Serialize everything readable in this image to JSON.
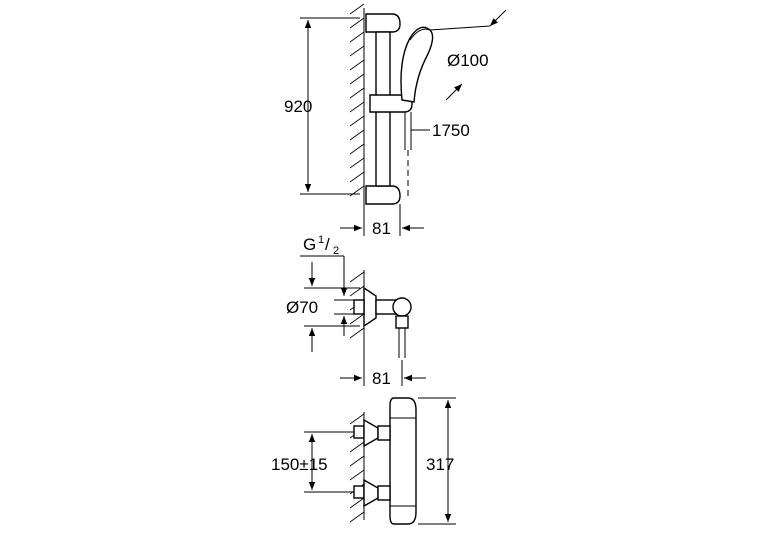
{
  "drawing": {
    "shower_rail": {
      "rail_height": "920",
      "handset_diameter": "Ø100",
      "hose_length": "1750",
      "wall_projection": "81"
    },
    "connection": {
      "thread_main": "G",
      "thread_numerator": "1",
      "thread_slash": "/",
      "thread_denominator": "2",
      "flange_diameter": "Ø70",
      "wall_projection": "81"
    },
    "thermostat": {
      "centres": "150±15",
      "body_height": "317"
    }
  }
}
